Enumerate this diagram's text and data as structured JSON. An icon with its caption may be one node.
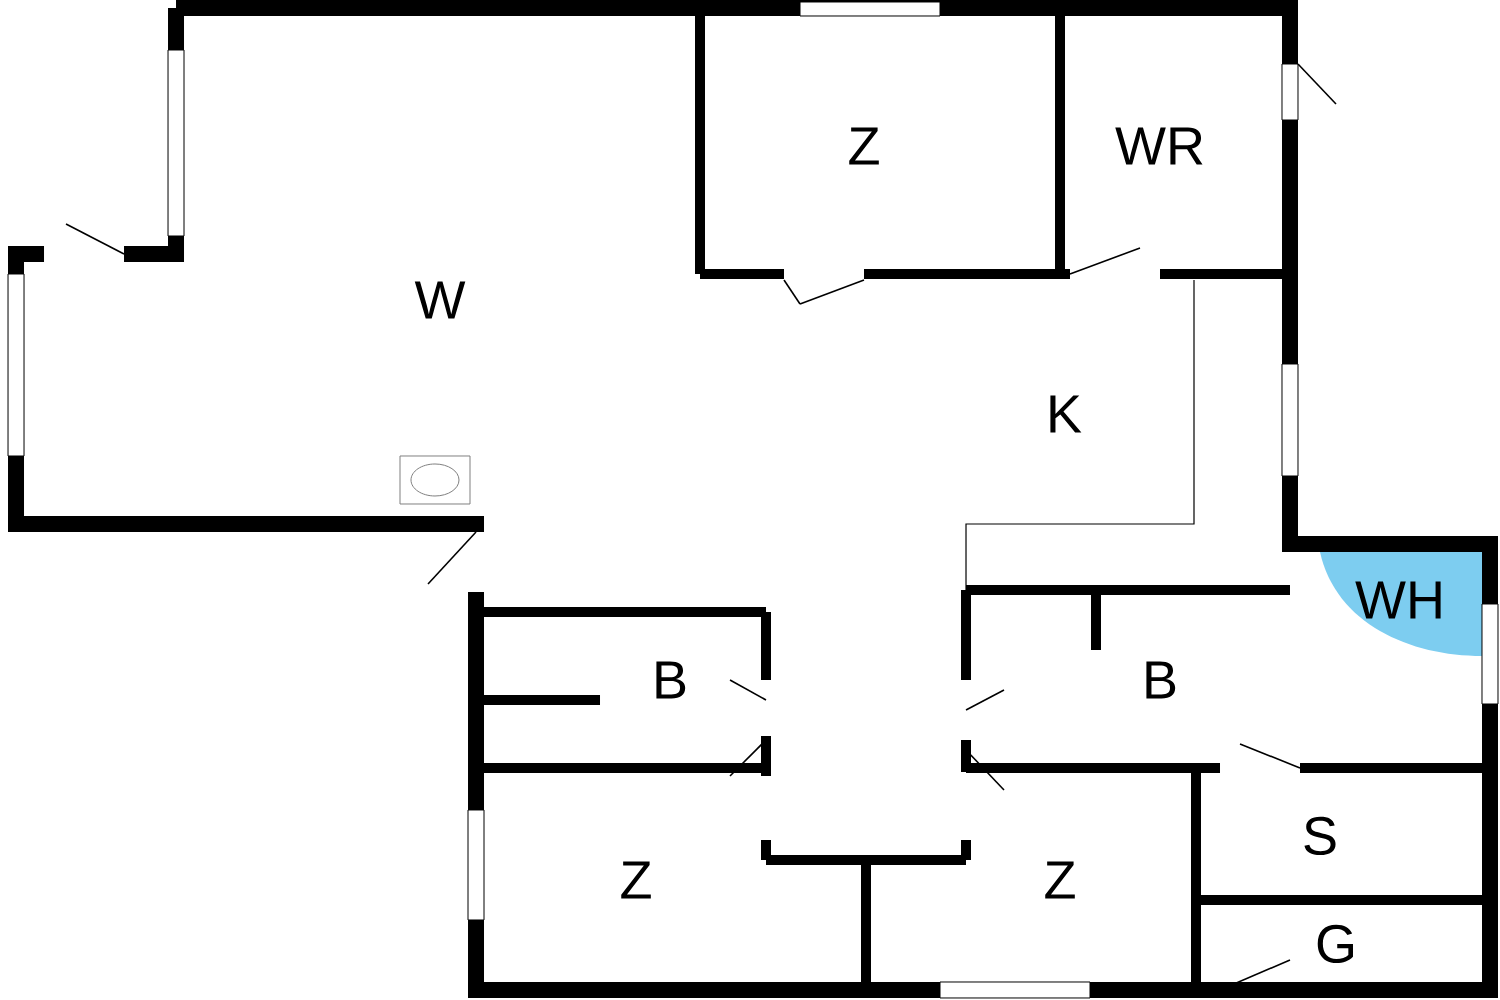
{
  "diagram": {
    "labels": [
      "Z",
      "WR",
      "W",
      "K",
      "WH",
      "B",
      "B",
      "S",
      "Z",
      "Z",
      "G"
    ]
  }
}
